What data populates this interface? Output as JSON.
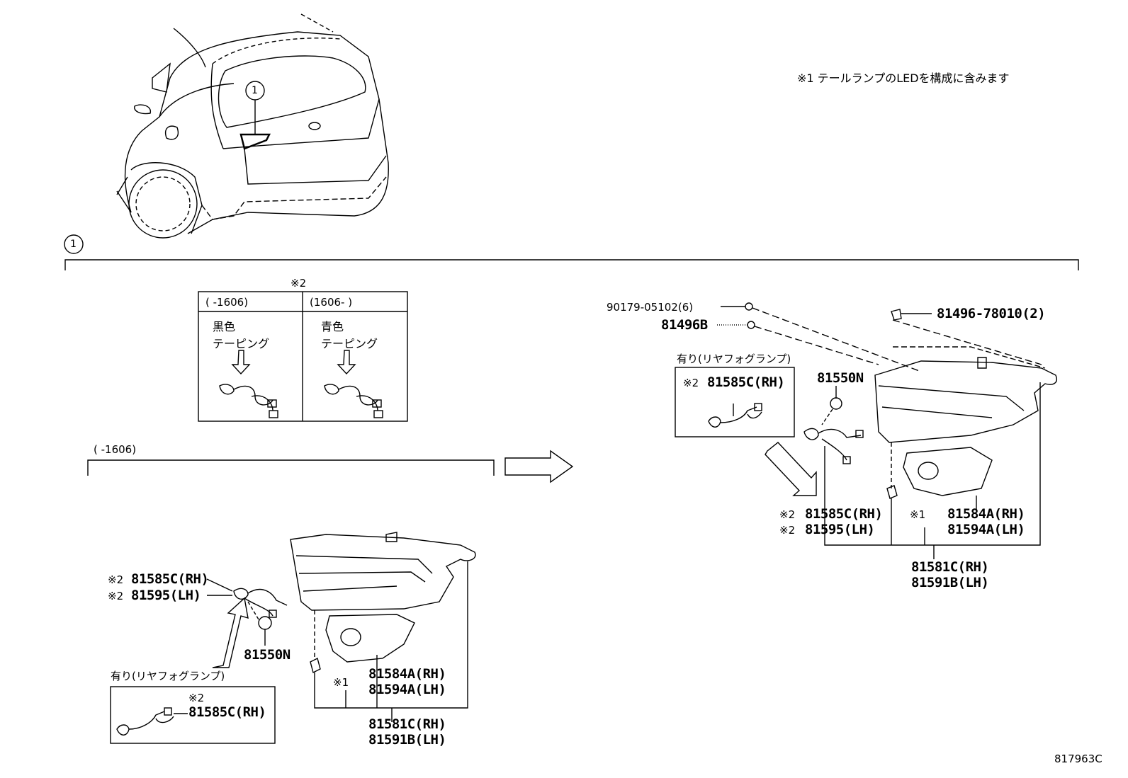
{
  "note": "※1 テールランプのLEDを構成に含みます",
  "callout": "1",
  "mark2": "※2",
  "mark1": "※1",
  "table": {
    "col1_header": "(   -1606)",
    "col2_header": "(1606-   )",
    "col1_text": "黒色\nテーピング",
    "col2_text": "青色\nテーピング"
  },
  "range_label": "(   -1606)",
  "left": {
    "p81585c": "81585C(RH)",
    "p81595": "81595(LH)",
    "p81550n": "81550N",
    "p81584a": "81584A(RH)",
    "p81594a": "81594A(LH)",
    "p81581c": "81581C(RH)",
    "p81591b": "81591B(LH)",
    "fog_title": "有り(リヤフォグランプ)",
    "fog_part": "81585C(RH)"
  },
  "right": {
    "p90179": "90179-05102(6)",
    "p81496b": "81496B",
    "p81496_78010": "81496-78010(2)",
    "fog_title": "有り(リヤフォグランプ)",
    "fog_part": "81585C(RH)",
    "p81550n": "81550N",
    "p81585c": "81585C(RH)",
    "p81595": "81595(LH)",
    "p81584a": "81584A(RH)",
    "p81594a": "81594A(LH)",
    "p81581c": "81581C(RH)",
    "p81591b": "81591B(LH)"
  },
  "diagram_code": "817963C"
}
